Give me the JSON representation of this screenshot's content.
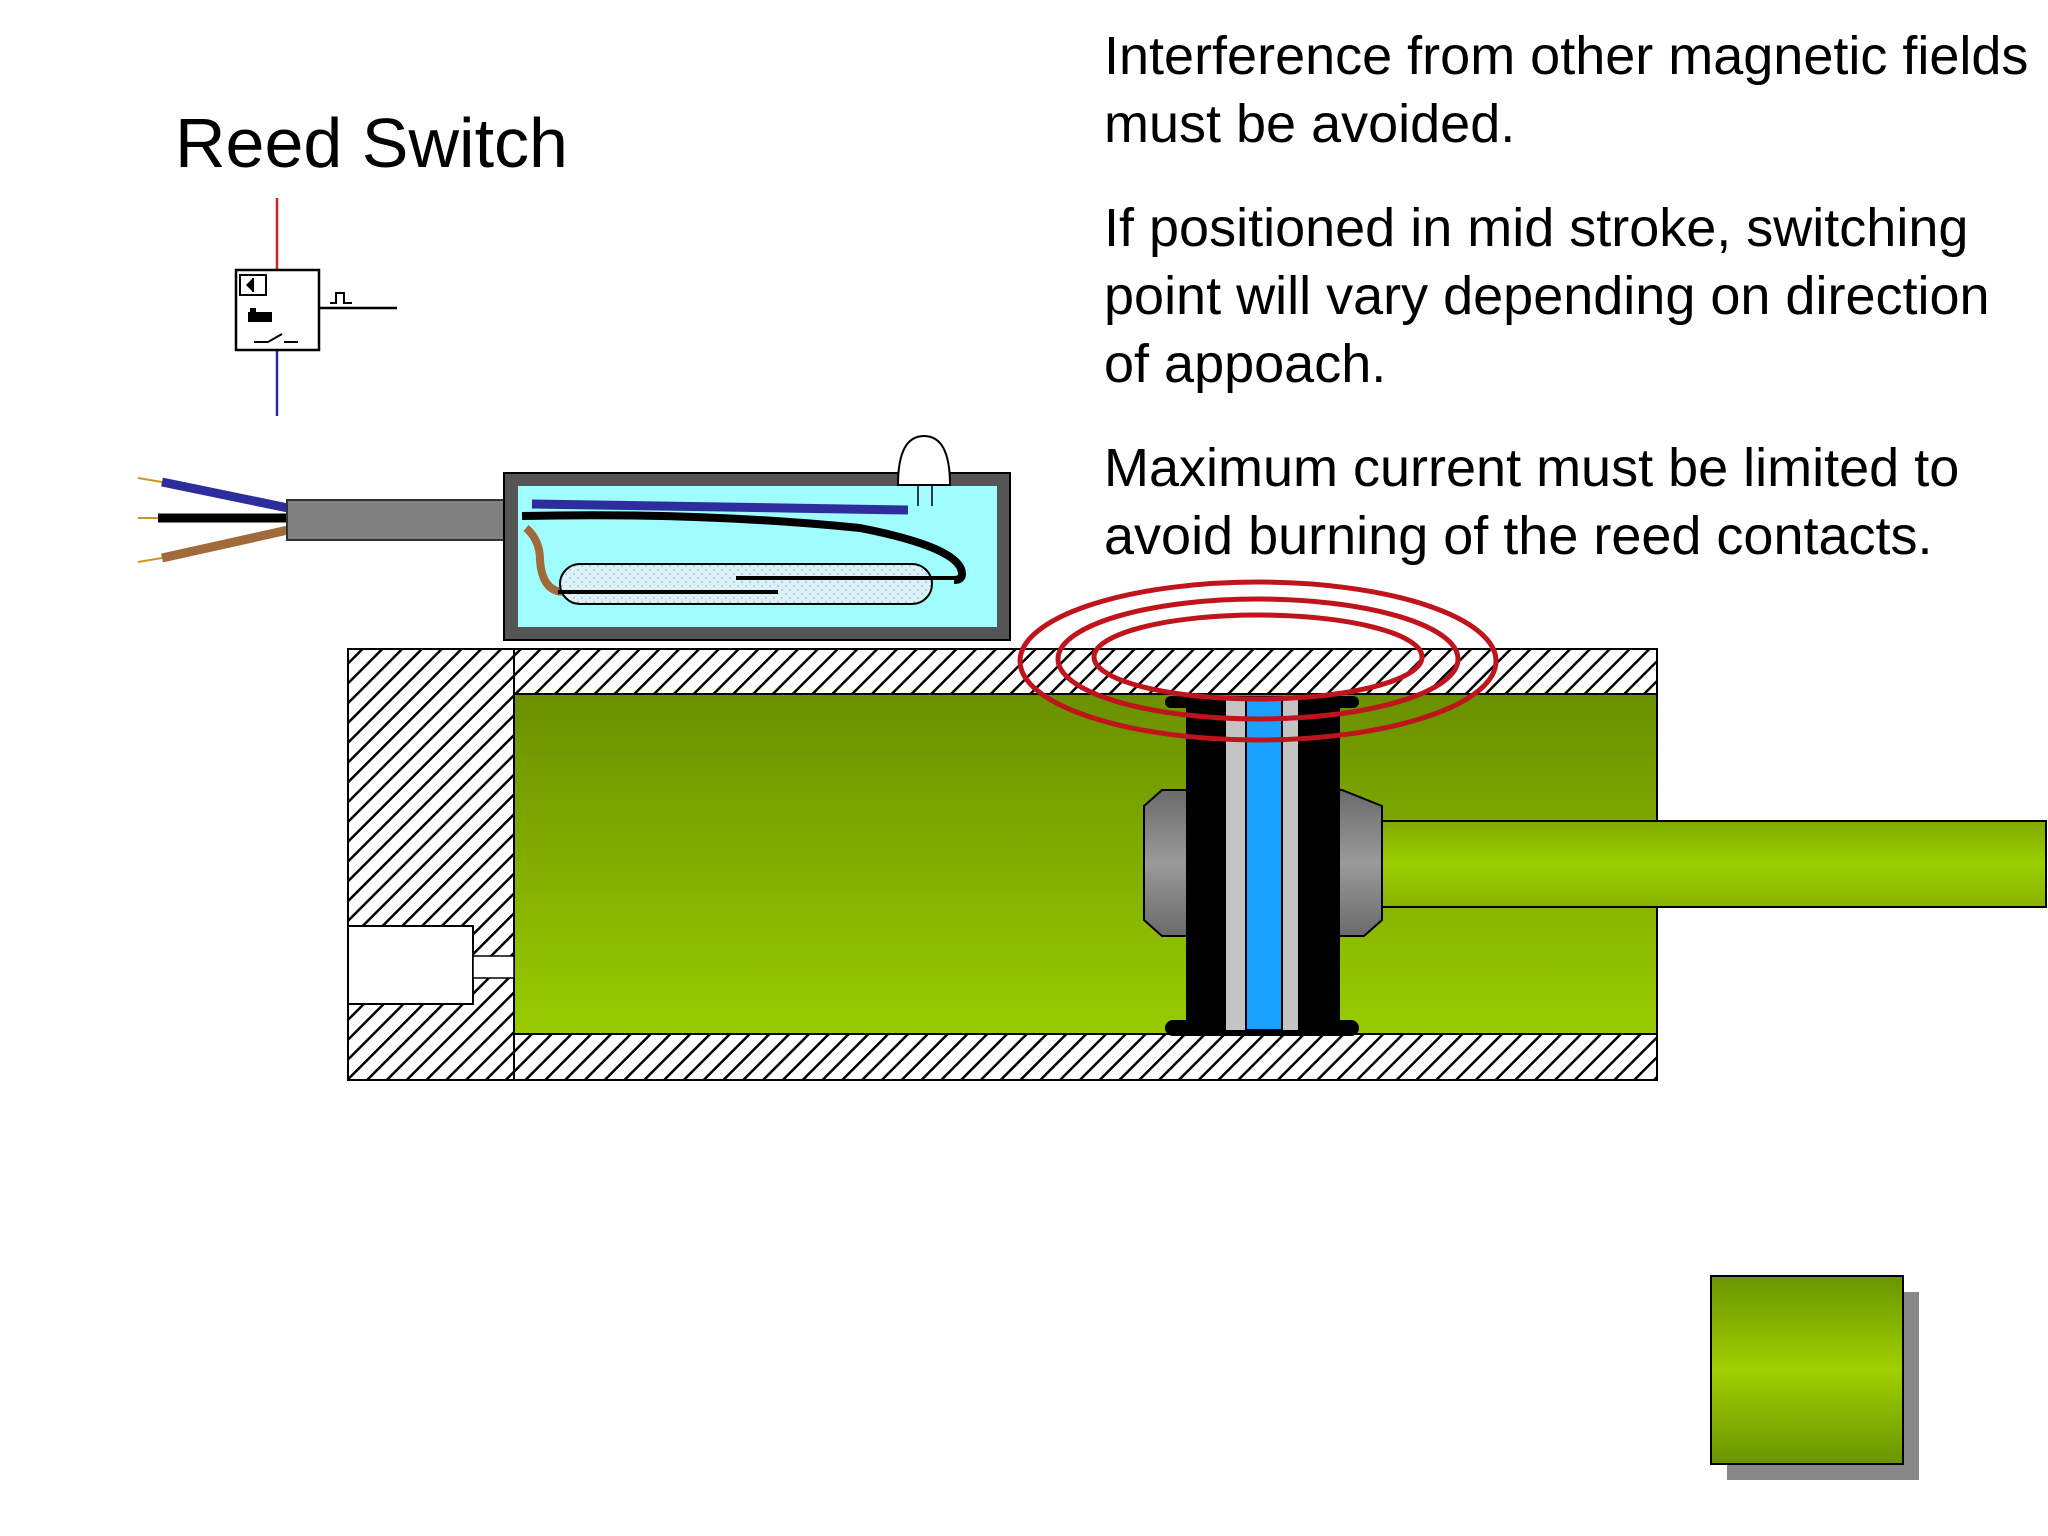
{
  "slide": {
    "title": "Reed Switch",
    "notes": [
      "Interference from other magnetic fields must be avoided.",
      "If positioned in mid stroke, switching point will vary depending on direction of appoach.",
      "Maximum current must be limited to avoid burning of the reed contacts."
    ]
  },
  "colors": {
    "field_lines": "#c0141c",
    "cylinder_fill": "#8fbc00",
    "sensor_body": "#9ffdff",
    "wire_blue": "#2d2d9e",
    "wire_brown": "#a06a3a",
    "piston_magnet": "#1aa0ff"
  }
}
